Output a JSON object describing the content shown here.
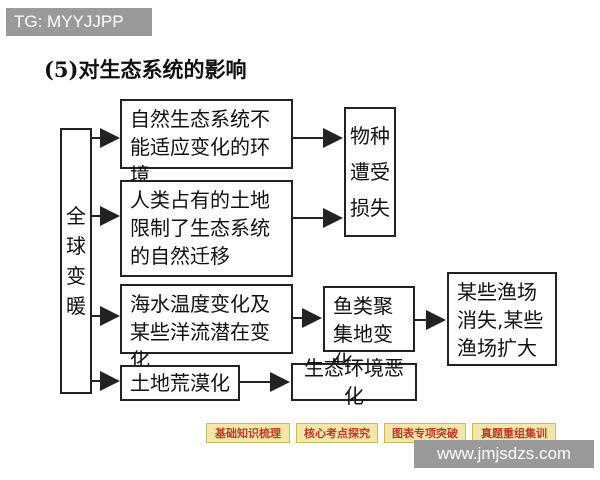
{
  "watermark_top": "TG: MYYJJPP",
  "watermark_bottom": "www.jmjsdzs.com",
  "heading": "(5)对生态系统的影响",
  "diagram": {
    "source": [
      "全",
      "球",
      "变",
      "暖"
    ],
    "effects": {
      "e1": "自然生态系统不能适应变化的环境",
      "e2": "人类占有的土地限制了生态系统的自然迁移",
      "e3": "海水温度变化及某些洋流潜在变化",
      "e4": "土地荒漠化"
    },
    "species_loss": [
      "物种",
      "遭受",
      "损失"
    ],
    "fish_change": "鱼类聚集地变化",
    "fishery_result": "某些渔场消失,某些渔场扩大",
    "eco_worse": "生态环境恶化"
  },
  "nav": [
    "基础知识梳理",
    "核心考点探究",
    "图表专项突破",
    "真题重组集训"
  ]
}
